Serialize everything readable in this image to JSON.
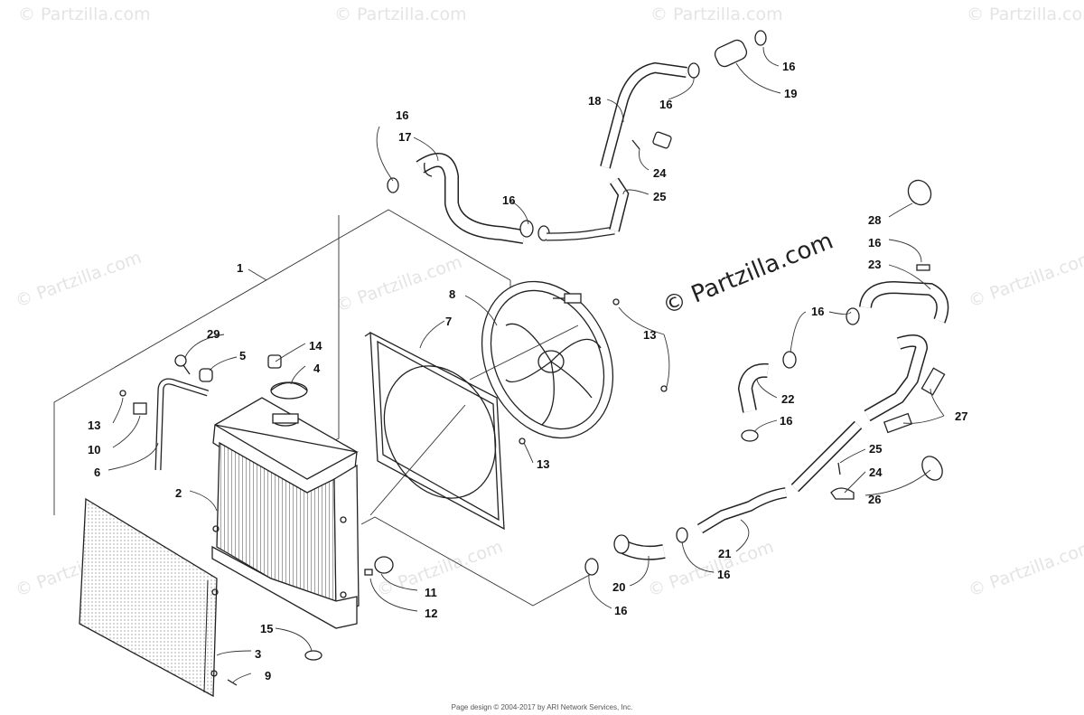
{
  "diagram": {
    "watermark_main": "© Partzilla.com",
    "watermark_repeat": "© Partzilla.com",
    "footer": "Page design © 2004-2017 by ARI Network Services, Inc.",
    "callouts": [
      "1",
      "2",
      "3",
      "4",
      "5",
      "6",
      "7",
      "8",
      "9",
      "10",
      "11",
      "12",
      "13",
      "13",
      "13",
      "13",
      "14",
      "15",
      "16",
      "16",
      "16",
      "16",
      "16",
      "16",
      "16",
      "16",
      "17",
      "18",
      "19",
      "20",
      "21",
      "22",
      "23",
      "24",
      "24",
      "25",
      "25",
      "26",
      "27",
      "28",
      "29"
    ]
  }
}
